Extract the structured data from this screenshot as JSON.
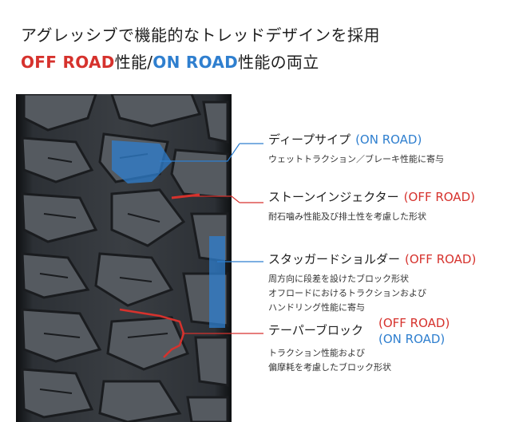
{
  "headline": "アグレッシブで機能的なトレッドデザインを採用",
  "subhead": {
    "off_road": "OFF ROAD",
    "perf1": "性能/",
    "on_road": "ON ROAD",
    "perf2": "性能の両立"
  },
  "callouts": [
    {
      "title": "ディープサイプ",
      "tag": "(ON ROAD)",
      "desc": [
        "ウェットトラクション／ブレーキ性能に寄与"
      ]
    },
    {
      "title": "ストーンインジェクター",
      "tag": "(OFF ROAD)",
      "desc": [
        "耐石噛み性能及び排土性を考慮した形状"
      ]
    },
    {
      "title": "スタッガードショルダー",
      "tag": "(OFF ROAD)",
      "desc": [
        "周方向に段差を設けたブロック形状",
        "オフロードにおけるトラクションおよび",
        "ハンドリング性能に寄与"
      ]
    },
    {
      "title": "テーパーブロック",
      "tag_off": "(OFF ROAD)",
      "tag_on": "(ON ROAD)",
      "desc": [
        "トラクション性能および",
        "偏摩耗を考慮したブロック形状"
      ]
    }
  ],
  "colors": {
    "off_road": "#d6322d",
    "on_road": "#2f7fcf",
    "tire": "#2a2d31"
  }
}
